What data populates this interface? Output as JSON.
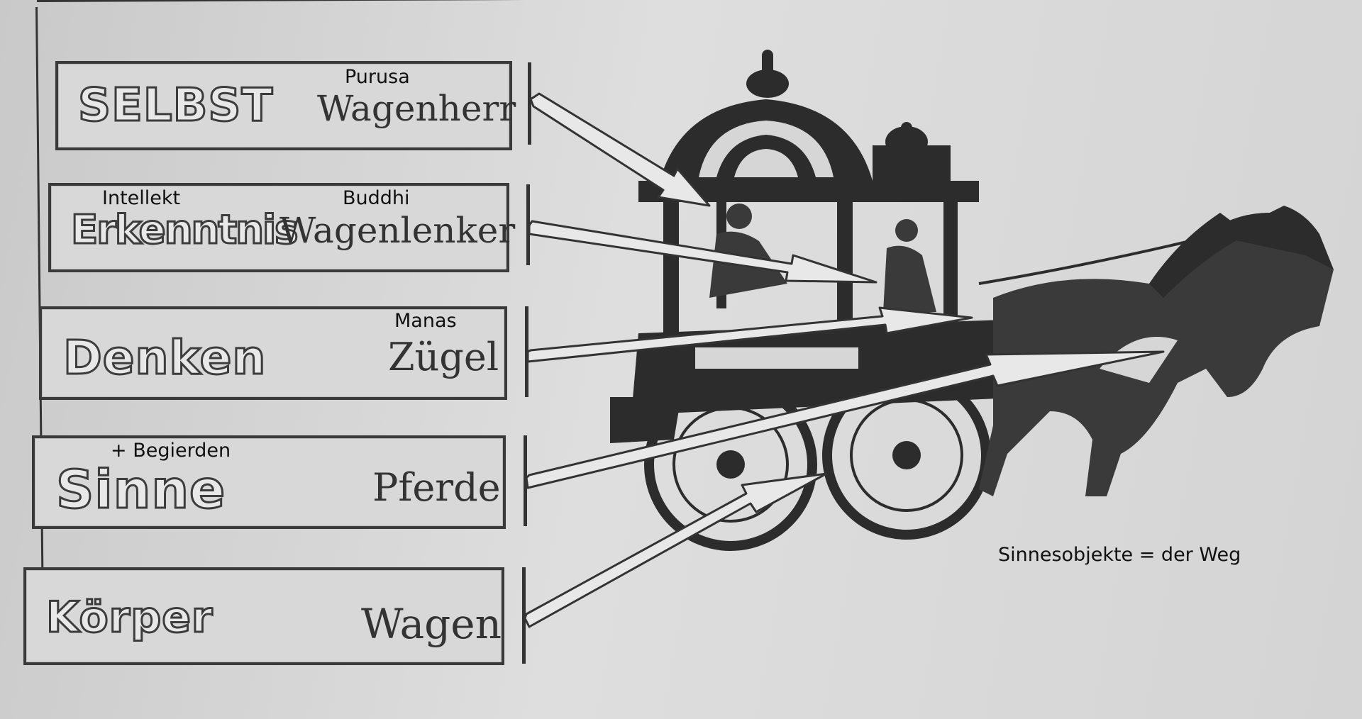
{
  "rows": [
    {
      "word": "SELBST",
      "role": "Wagenherr",
      "note": "Purusa"
    },
    {
      "word": "Erkenntnis",
      "role": "Wagenlenker",
      "note_left": "Intellekt",
      "note": "Buddhi"
    },
    {
      "word": "Denken",
      "role": "Zügel",
      "note": "Manas"
    },
    {
      "word": "Sinne",
      "role": "Pferde",
      "note_left": "+ Begierden"
    },
    {
      "word": "Körper",
      "role": "Wagen"
    }
  ],
  "road_label": "Sinnesobjekte = der Weg",
  "colors": {
    "ink": "#333333",
    "paper": "#d8d8d8"
  }
}
